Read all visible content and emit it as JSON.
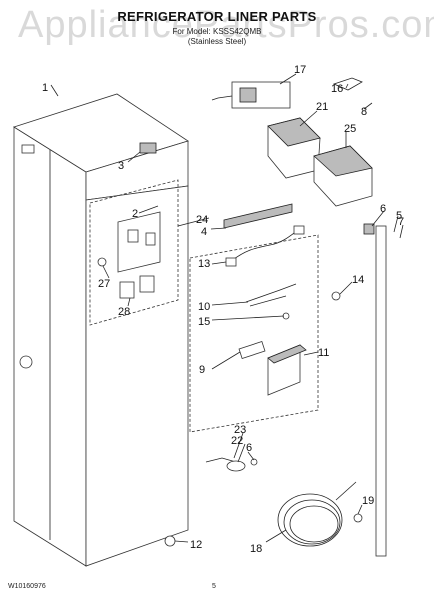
{
  "header": {
    "title": "REFRIGERATOR LINER PARTS",
    "subtitle": "For Model: KSSS42QMB",
    "variant": "(Stainless Steel)"
  },
  "watermark": "AppliancePartsPros.com",
  "footer": {
    "doc_number": "W10160976",
    "page_number": "5"
  },
  "callouts": [
    "1",
    "2",
    "3",
    "4",
    "5",
    "6",
    "7",
    "8",
    "9",
    "10",
    "11",
    "12",
    "13",
    "14",
    "15",
    "16",
    "17",
    "18",
    "19",
    "21",
    "22",
    "23",
    "24",
    "25",
    "27",
    "28"
  ],
  "colors": {
    "line": "#222222",
    "part_fill": "#ffffff",
    "shade": "#bbbbbb",
    "watermark": "#aaaaaa"
  }
}
